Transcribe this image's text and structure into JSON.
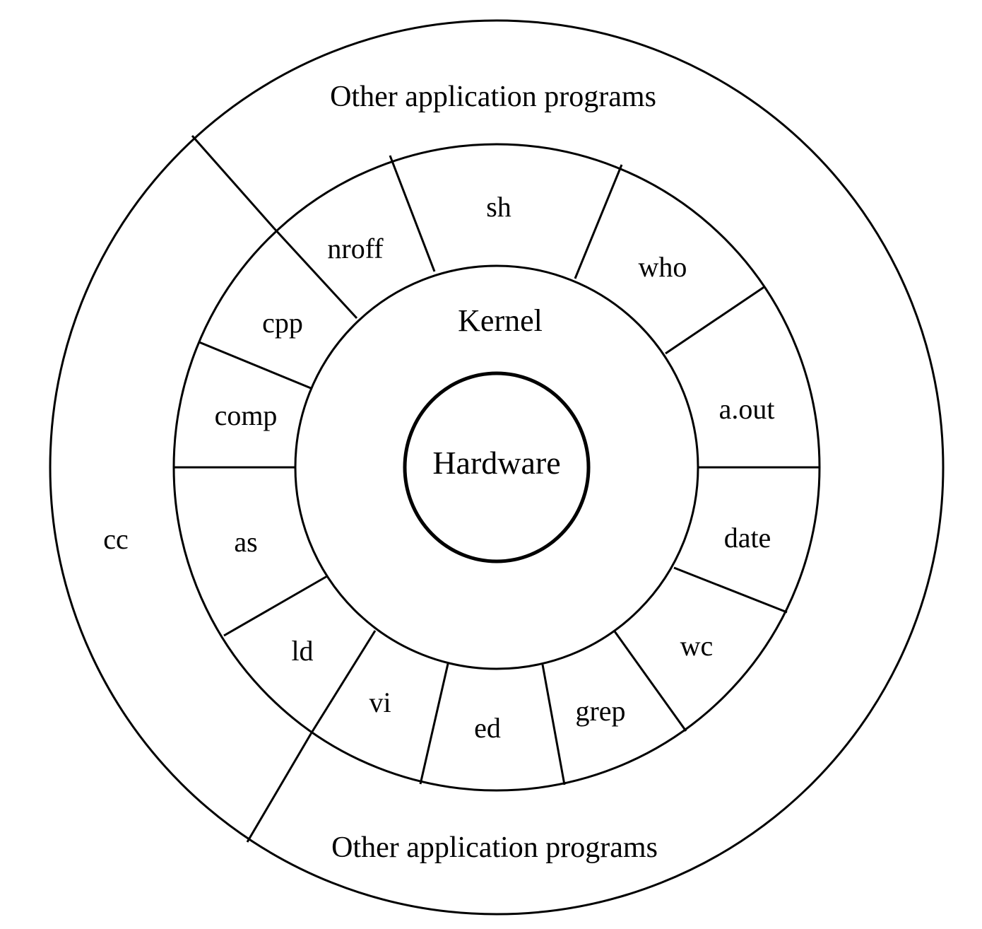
{
  "diagram": {
    "core": "Hardware",
    "kernel": "Kernel",
    "outer_top": "Other application programs",
    "outer_bottom": "Other application programs",
    "outer_left": "cc",
    "programs": {
      "sh": "sh",
      "who": "who",
      "a_out": "a.out",
      "date": "date",
      "wc": "wc",
      "grep": "grep",
      "ed": "ed",
      "vi": "vi",
      "ld": "ld",
      "as": "as",
      "comp": "comp",
      "cpp": "cpp",
      "nroff": "nroff"
    }
  }
}
